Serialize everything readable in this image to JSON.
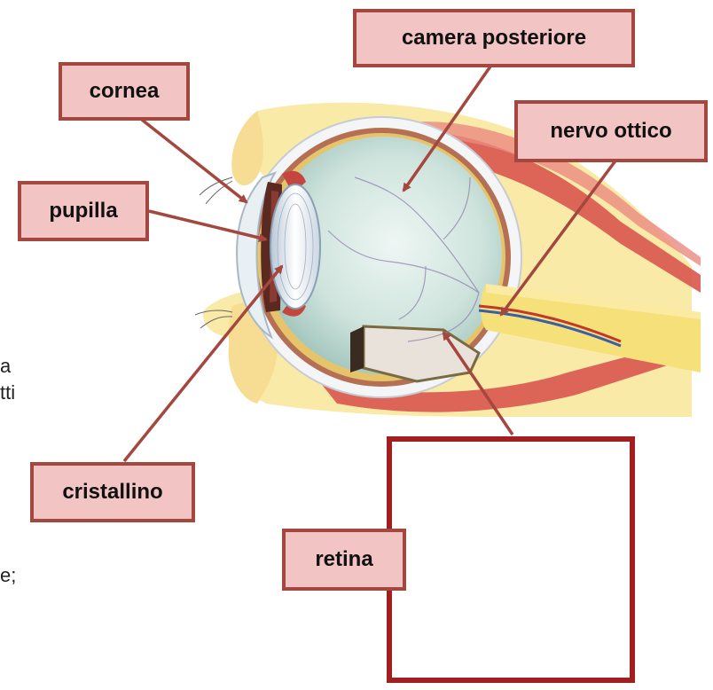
{
  "labels": {
    "cornea": "cornea",
    "pupilla": "pupilla",
    "cristallino": "cristallino",
    "camera_posteriore": "camera posteriore",
    "nervo_ottico": "nervo ottico",
    "retina": "retina"
  },
  "cut_text": {
    "frag1": "a",
    "frag2": "tti",
    "frag3": "e;"
  },
  "colors": {
    "label_fill": "#f2c4c4",
    "label_border": "#a4473f",
    "arrow": "#a4473f",
    "retina_frame": "#a11f1f"
  },
  "icons": [
    "eye-cross-section-illustration",
    "retina-layers-illustration",
    "signature-mark"
  ]
}
